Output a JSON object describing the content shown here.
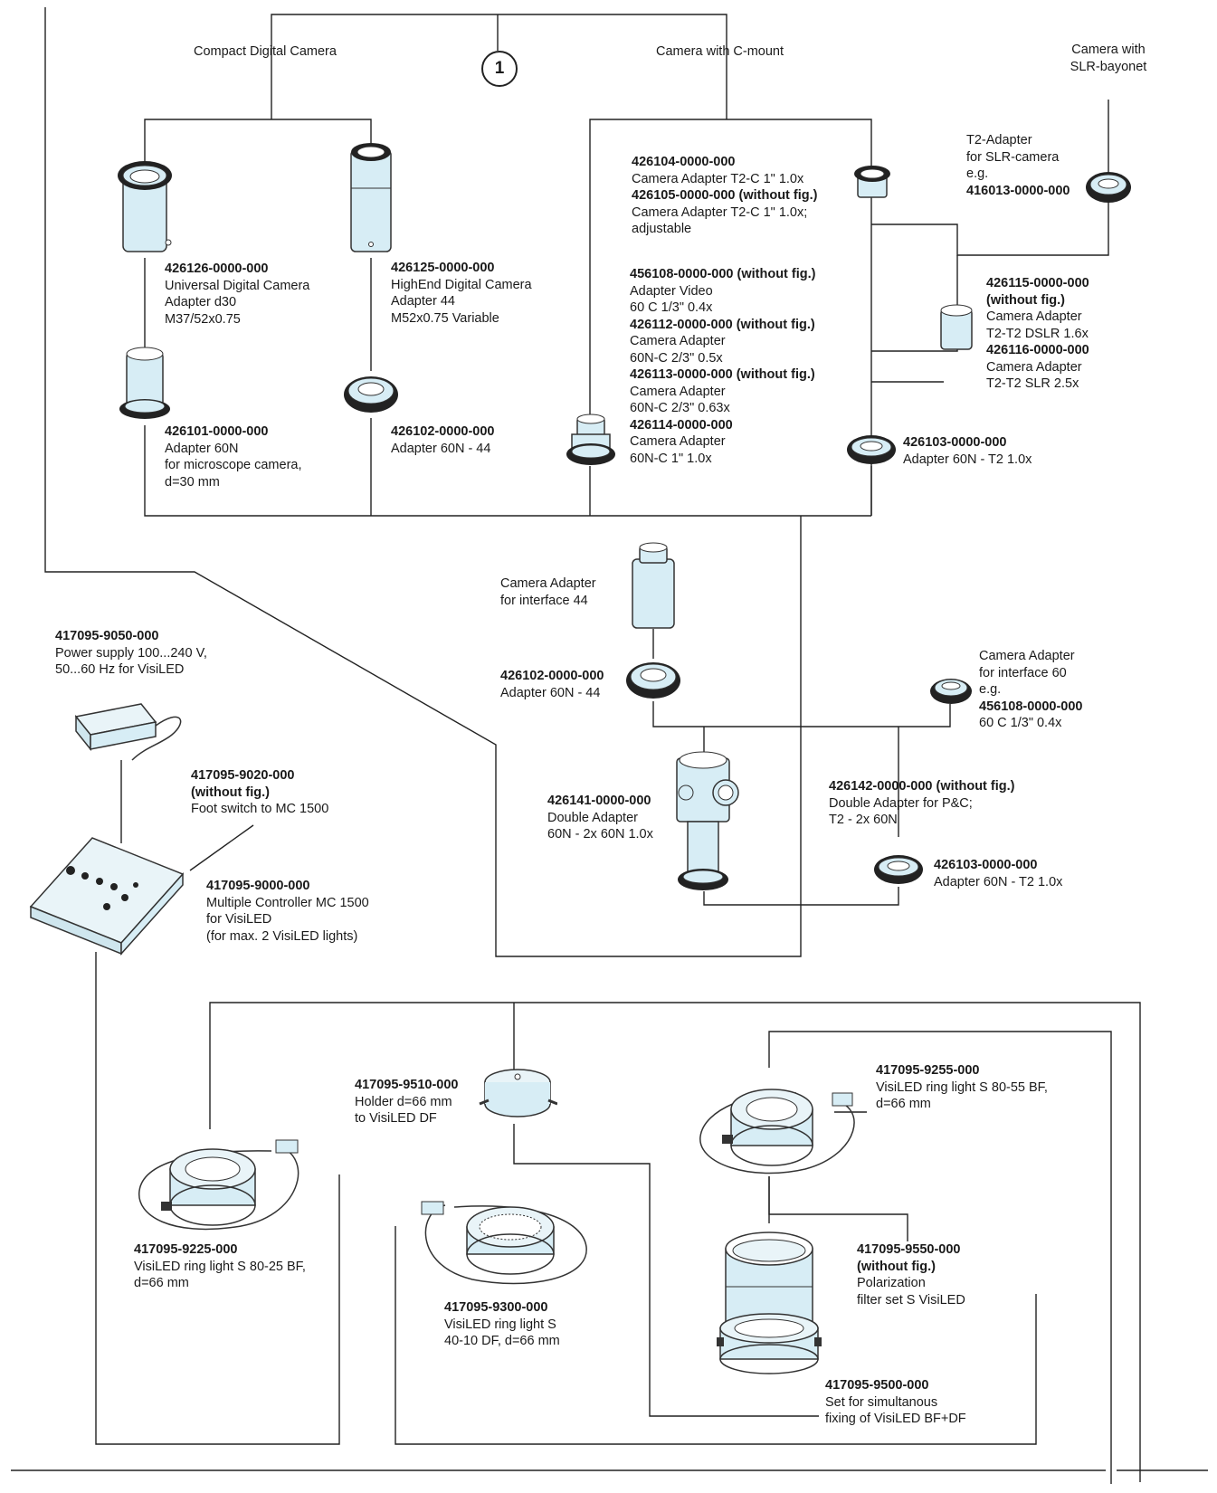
{
  "colors": {
    "line": "#222222",
    "part_fill": "#d7edf5",
    "part_dark": "#333333"
  },
  "section_labels": {
    "compact": "Compact Digital Camera",
    "cmount": "Camera with C-mount",
    "slr": [
      "Camera with",
      "SLR-bayonet"
    ],
    "circle": "1"
  },
  "labels": [
    {
      "key": "a126",
      "lines": [
        {
          "b": "426126-0000-000"
        },
        {
          "t": "Universal Digital Camera"
        },
        {
          "t": "Adapter d30"
        },
        {
          "t": "M37/52x0.75"
        }
      ]
    },
    {
      "key": "a125",
      "lines": [
        {
          "b": "426125-0000-000"
        },
        {
          "t": "HighEnd Digital Camera"
        },
        {
          "t": "Adapter 44"
        },
        {
          "t": "M52x0.75 Variable"
        }
      ]
    },
    {
      "key": "a101",
      "lines": [
        {
          "b": "426101-0000-000"
        },
        {
          "t": "Adapter 60N"
        },
        {
          "t": "for microscope camera,"
        },
        {
          "t": "d=30 mm"
        }
      ]
    },
    {
      "key": "a102top",
      "lines": [
        {
          "b": "426102-0000-000"
        },
        {
          "t": "Adapter 60N - 44"
        }
      ]
    },
    {
      "key": "a104",
      "lines": [
        {
          "b": "426104-0000-000"
        },
        {
          "t": "Camera Adapter T2-C 1\" 1.0x"
        },
        {
          "b": "426105-0000-000 (without fig.)"
        },
        {
          "t": "Camera Adapter T2-C 1\" 1.0x;"
        },
        {
          "t": "adjustable"
        }
      ]
    },
    {
      "key": "a108",
      "lines": [
        {
          "b": "456108-0000-000 (without fig.)"
        },
        {
          "t": "Adapter Video"
        },
        {
          "t": "60 C 1/3\" 0.4x"
        },
        {
          "b": "426112-0000-000 (without fig.)"
        },
        {
          "t": "Camera Adapter"
        },
        {
          "t": "60N-C 2/3\" 0.5x"
        },
        {
          "b": "426113-0000-000 (without fig.)"
        },
        {
          "t": "Camera Adapter"
        },
        {
          "t": "60N-C 2/3\" 0.63x"
        },
        {
          "b": "426114-0000-000"
        },
        {
          "t": "Camera Adapter"
        },
        {
          "t": "60N-C 1\" 1.0x"
        }
      ]
    },
    {
      "key": "t2",
      "lines": [
        {
          "t": "T2-Adapter"
        },
        {
          "t": "for SLR-camera"
        },
        {
          "t": "e.g."
        },
        {
          "b": "416013-0000-000"
        }
      ]
    },
    {
      "key": "a115",
      "lines": [
        {
          "b": "426115-0000-000"
        },
        {
          "b": "(without fig.)"
        },
        {
          "t": "Camera Adapter"
        },
        {
          "t": "T2-T2 DSLR 1.6x"
        },
        {
          "b": "426116-0000-000"
        },
        {
          "t": "Camera Adapter"
        },
        {
          "t": "T2-T2 SLR 2.5x"
        }
      ]
    },
    {
      "key": "a103top",
      "lines": [
        {
          "b": "426103-0000-000"
        },
        {
          "t": "Adapter 60N - T2 1.0x"
        }
      ]
    },
    {
      "key": "ca44",
      "lines": [
        {
          "t": "Camera Adapter"
        },
        {
          "t": "for interface 44"
        }
      ]
    },
    {
      "key": "a102mid",
      "lines": [
        {
          "b": "426102-0000-000"
        },
        {
          "t": "Adapter 60N - 44"
        }
      ]
    },
    {
      "key": "ca60",
      "lines": [
        {
          "t": "Camera Adapter"
        },
        {
          "t": "for interface 60"
        },
        {
          "t": "e.g."
        },
        {
          "b": "456108-0000-000"
        },
        {
          "t": "60 C 1/3\" 0.4x"
        }
      ]
    },
    {
      "key": "a141",
      "lines": [
        {
          "b": "426141-0000-000"
        },
        {
          "t": "Double Adapter"
        },
        {
          "t": "60N - 2x 60N 1.0x"
        }
      ]
    },
    {
      "key": "a142",
      "lines": [
        {
          "b": "426142-0000-000 (without fig.)"
        },
        {
          "t": "Double Adapter for P&C;"
        },
        {
          "t": "T2 - 2x 60N"
        }
      ]
    },
    {
      "key": "a103mid",
      "lines": [
        {
          "b": "426103-0000-000"
        },
        {
          "t": "Adapter 60N - T2 1.0x"
        }
      ]
    },
    {
      "key": "p9050",
      "lines": [
        {
          "b": "417095-9050-000"
        },
        {
          "t": "Power supply 100...240 V,"
        },
        {
          "t": "50...60 Hz for VisiLED"
        }
      ]
    },
    {
      "key": "p9020",
      "lines": [
        {
          "b": "417095-9020-000"
        },
        {
          "b": "(without fig.)"
        },
        {
          "t": "Foot switch to MC 1500"
        }
      ]
    },
    {
      "key": "p9000",
      "lines": [
        {
          "b": "417095-9000-000"
        },
        {
          "t": "Multiple Controller MC 1500"
        },
        {
          "t": "for VisiLED"
        },
        {
          "t": "(for max. 2 VisiLED lights)"
        }
      ]
    },
    {
      "key": "p9510",
      "lines": [
        {
          "b": "417095-9510-000"
        },
        {
          "t": "Holder d=66 mm"
        },
        {
          "t": "to VisiLED DF"
        }
      ]
    },
    {
      "key": "p9255",
      "lines": [
        {
          "b": "417095-9255-000"
        },
        {
          "t": "VisiLED ring light S 80-55 BF,"
        },
        {
          "t": "d=66 mm"
        }
      ]
    },
    {
      "key": "p9225",
      "lines": [
        {
          "b": "417095-9225-000"
        },
        {
          "t": "VisiLED ring light S 80-25 BF,"
        },
        {
          "t": "d=66 mm"
        }
      ]
    },
    {
      "key": "p9300",
      "lines": [
        {
          "b": "417095-9300-000"
        },
        {
          "t": "VisiLED ring light S"
        },
        {
          "t": "40-10 DF, d=66 mm"
        }
      ]
    },
    {
      "key": "p9550",
      "lines": [
        {
          "b": "417095-9550-000"
        },
        {
          "b": "(without fig.)"
        },
        {
          "t": "Polarization"
        },
        {
          "t": "filter set S VisiLED"
        }
      ]
    },
    {
      "key": "p9500",
      "lines": [
        {
          "b": "417095-9500-000"
        },
        {
          "t": "Set for simultanous"
        },
        {
          "t": "fixing of VisiLED BF+DF"
        }
      ]
    }
  ]
}
